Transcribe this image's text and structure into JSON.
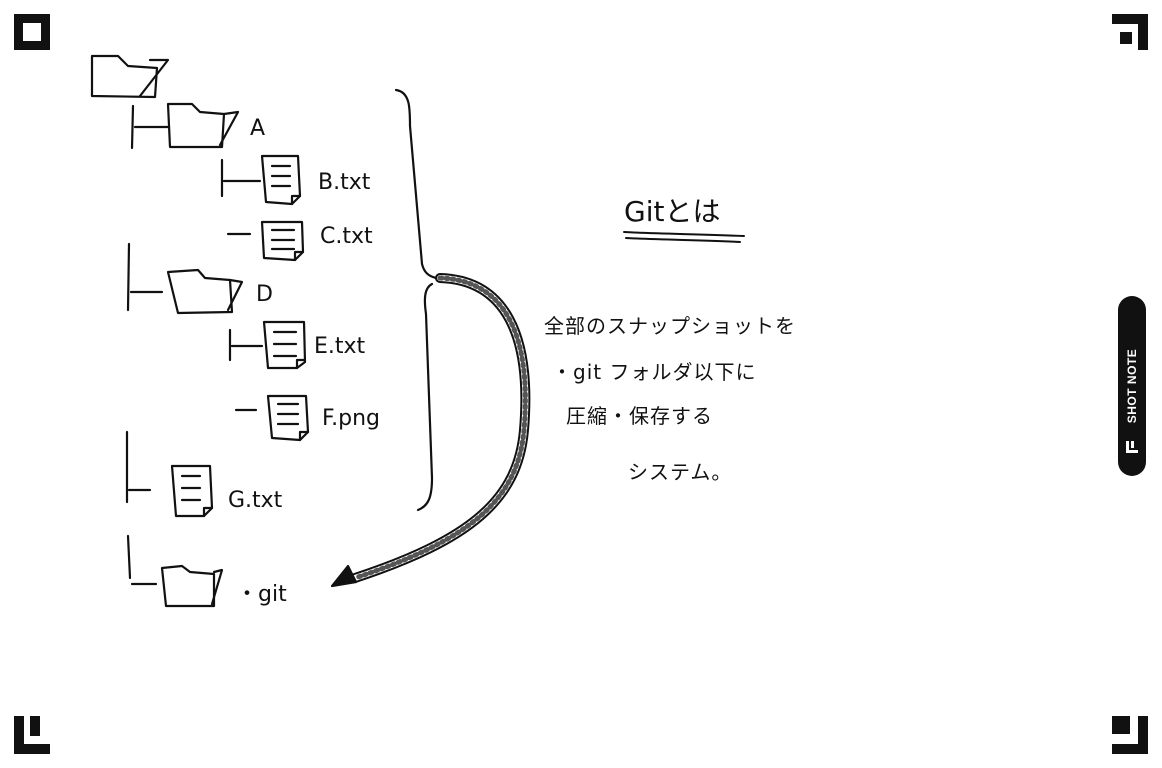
{
  "tree": {
    "labels": {
      "a": "A",
      "b": "B.txt",
      "c": "C.txt",
      "d": "D",
      "e": "E.txt",
      "f": "F.png",
      "g": "G.txt",
      "git": "・git"
    }
  },
  "explanation": {
    "title": "Gitとは",
    "lines": [
      "全部のスナップショットを",
      "・git フォルダ以下に",
      "圧縮・保存する",
      "システム。"
    ]
  },
  "brand": {
    "tab_text": "SHOT NOTE"
  },
  "colors": {
    "ink": "#111111",
    "paper": "#ffffff",
    "hatch": "#555555"
  }
}
